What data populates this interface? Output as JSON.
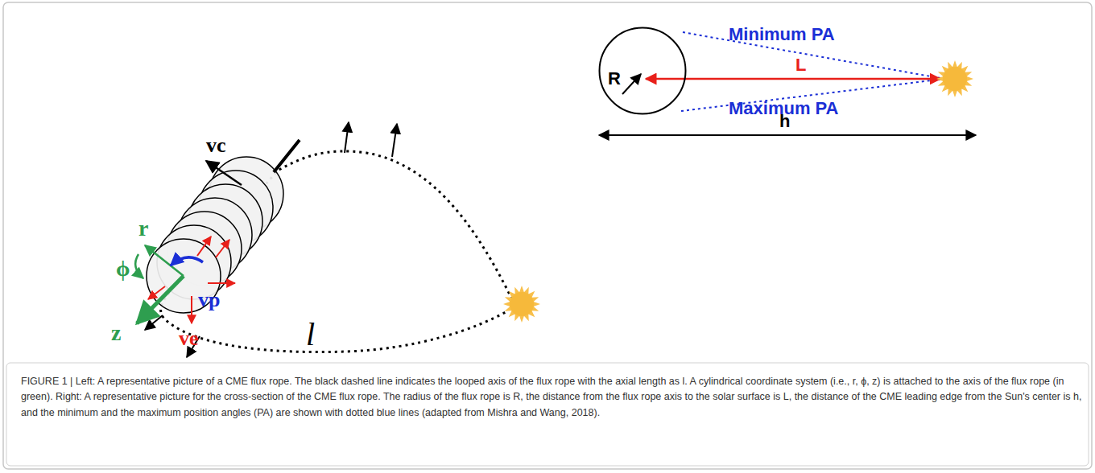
{
  "diagram": {
    "caption": "FIGURE 1 | Left: A representative picture of a CME flux rope. The black dashed line indicates the looped axis of the flux rope with the axial length as l. A cylindrical coordinate system (i.e., r, ϕ, z) is attached to the axis of the flux rope (in green). Right: A representative picture for the cross-section of the CME flux rope. The radius of the flux rope is R, the distance from the flux rope axis to the solar surface is L, the distance of the CME leading edge from the Sun's center is h, and the minimum and the maximum position angles (PA) are shown with dotted blue lines (adapted from Mishra and Wang, 2018).",
    "nodes": [
      {
        "text": [
          "R"
        ]
      }
    ],
    "labels": [
      "vc",
      "r",
      "ϕ",
      "z",
      "vp",
      "ve",
      "l",
      "Minimum PA",
      "Maximum PA",
      "L",
      "h"
    ]
  }
}
